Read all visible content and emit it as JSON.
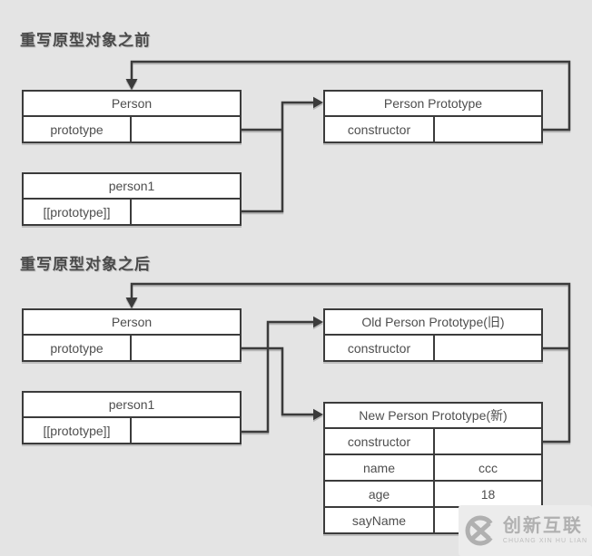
{
  "titles": {
    "before": "重写原型对象之前",
    "after": "重写原型对象之后"
  },
  "nodes": {
    "before_person": {
      "title": "Person",
      "rows": [
        {
          "label": "prototype",
          "value": ""
        }
      ]
    },
    "before_person1": {
      "title": "person1",
      "rows": [
        {
          "label": "[[prototype]]",
          "value": ""
        }
      ]
    },
    "person_prototype": {
      "title": "Person Prototype",
      "rows": [
        {
          "label": "constructor",
          "value": ""
        }
      ]
    },
    "after_person": {
      "title": "Person",
      "rows": [
        {
          "label": "prototype",
          "value": ""
        }
      ]
    },
    "after_person1": {
      "title": "person1",
      "rows": [
        {
          "label": "[[prototype]]",
          "value": ""
        }
      ]
    },
    "old_prototype": {
      "title": "Old Person Prototype(旧)",
      "rows": [
        {
          "label": "constructor",
          "value": ""
        }
      ]
    },
    "new_prototype": {
      "title": "New Person Prototype(新)",
      "rows": [
        {
          "label": "constructor",
          "value": ""
        },
        {
          "label": "name",
          "value": "ccc"
        },
        {
          "label": "age",
          "value": "18"
        },
        {
          "label": "sayName",
          "value": ""
        }
      ]
    }
  },
  "watermark": {
    "brand": "创新互联",
    "subtitle": "CHUANG XIN HU LIAN"
  },
  "colors": {
    "background": "#e4e4e4",
    "box_fill": "#ffffff",
    "box_border": "#3b3b3b",
    "connector": "#3b3b3b",
    "text": "#4e4e4e",
    "title_text": "#4a4a4a",
    "watermark_bg": "#ececec",
    "watermark_fg": "#b0b0b0"
  }
}
